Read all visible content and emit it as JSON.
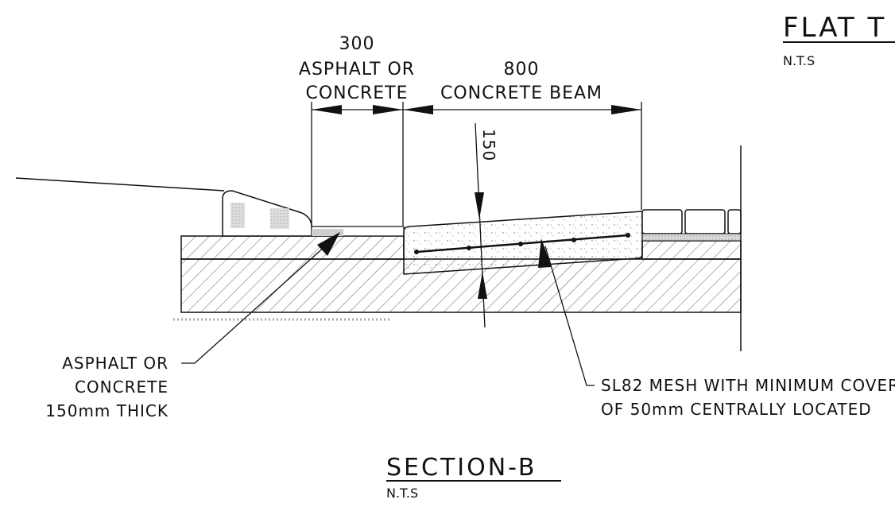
{
  "top_right_title": {
    "text": "FLAT T",
    "scale": "N.T.S"
  },
  "dim_300": {
    "value": "300",
    "line1": "ASPHALT OR",
    "line2": "CONCRETE"
  },
  "dim_800": {
    "value": "800",
    "label": "CONCRETE BEAM"
  },
  "dim_150": {
    "value": "150"
  },
  "callout_left": {
    "line1": "ASPHALT OR",
    "line2": "CONCRETE",
    "line3": "150mm THICK"
  },
  "callout_right": {
    "line1": "SL82 MESH WITH MINIMUM COVER",
    "line2": "OF 50mm CENTRALLY LOCATED"
  },
  "section_title": {
    "text": "SECTION-B",
    "scale": "N.T.S"
  }
}
